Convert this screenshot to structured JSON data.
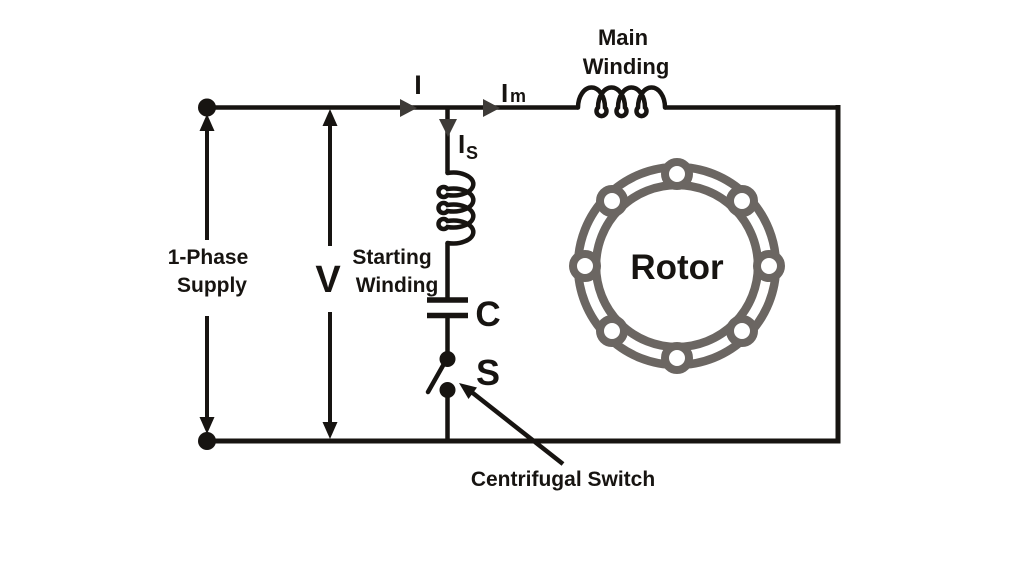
{
  "diagram": {
    "supply": {
      "line1": "1-Phase",
      "line2": "Supply"
    },
    "voltage_label": "V",
    "currents": {
      "total": "I",
      "main_base": "I",
      "main_sub": "m",
      "start_base": "I",
      "start_sub": "S"
    },
    "main_winding": {
      "line1": "Main",
      "line2": "Winding"
    },
    "starting_winding": {
      "line1": "Starting",
      "line2": "Winding"
    },
    "capacitor_label": "C",
    "switch_label": "S",
    "rotor_label": "Rotor",
    "centrifugal_switch_label": "Centrifugal Switch"
  },
  "colors": {
    "ink": "#171411",
    "arrow": "#3e3b38",
    "rotor": "#6b6662",
    "background": "#ffffff"
  }
}
